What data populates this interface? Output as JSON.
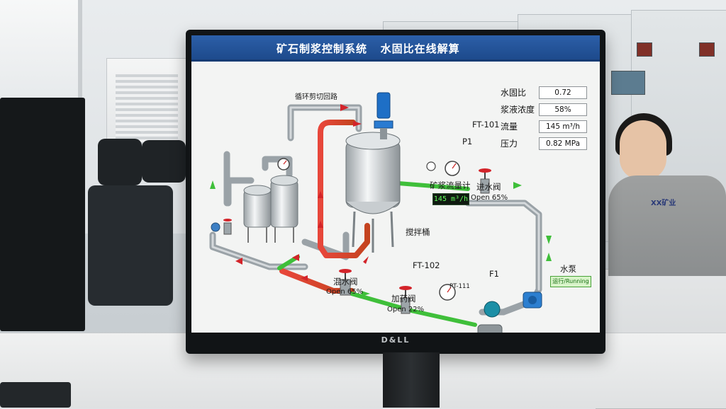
{
  "app": {
    "title": "矿石制浆控制系统   水固比在线解算",
    "monitor_brand": "D&LL"
  },
  "readouts": [
    {
      "label": "水固比",
      "value": "0.72"
    },
    {
      "label": "浆液浓度",
      "value": "58%"
    },
    {
      "label": "流量",
      "value": "145 m³/h"
    },
    {
      "label": "压力",
      "value": "0.82 MPa"
    }
  ],
  "labels": {
    "recirc_loop": "循环剪切回路",
    "ft101": "FT-101",
    "p1": "P1",
    "ore_flowmeter": "矿浆流量计",
    "ore_flow_value": "145 m³/h",
    "inlet_valve": "进水阀",
    "inlet_valve_state": "Open 65%",
    "stirring_tank": "搅拌桶",
    "ft102": "FT-102",
    "pt111": "PT-111",
    "mixing_valve": "混水阀",
    "mixing_valve_state": "Open 65%",
    "dosing_valve": "加药阀",
    "dosing_valve_state": "Open 22%",
    "f1": "F1",
    "water_pump": "水泵",
    "pump_status": "运行/Running"
  },
  "colors": {
    "title_bar": "#1d4a8c",
    "pipe_steel": "#a9b1b6",
    "hot_pipe": "#d8332a",
    "green_flow": "#3fbf3a",
    "running_green": "#176d12"
  },
  "icons": [
    "gauge-icon",
    "valve-icon",
    "flow-arrow-icon",
    "pump-icon",
    "motor-icon",
    "tank-icon"
  ]
}
